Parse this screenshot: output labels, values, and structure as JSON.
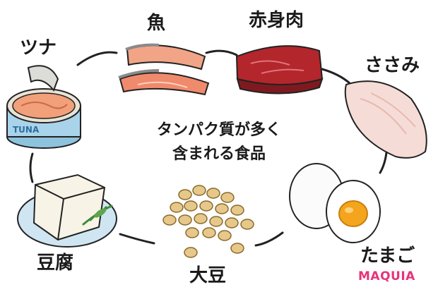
{
  "title": {
    "line1": "タンパク質が多く",
    "line2": "含まれる食品"
  },
  "foods": {
    "tuna": "ツナ",
    "fish": "魚",
    "red_meat": "赤身肉",
    "chicken": "ささみ",
    "egg": "たまご",
    "soybean": "大豆",
    "tofu": "豆腐"
  },
  "can_text": "TUNA",
  "brand": "MAQUIA",
  "colors": {
    "brand": "#e8327a",
    "salmon": "#f08a6c",
    "meat": "#b3262c",
    "tofu": "#f7f3e6",
    "soy": "#e6c88a",
    "can_blue": "#7fb8d8",
    "yolk": "#f4a51d"
  }
}
